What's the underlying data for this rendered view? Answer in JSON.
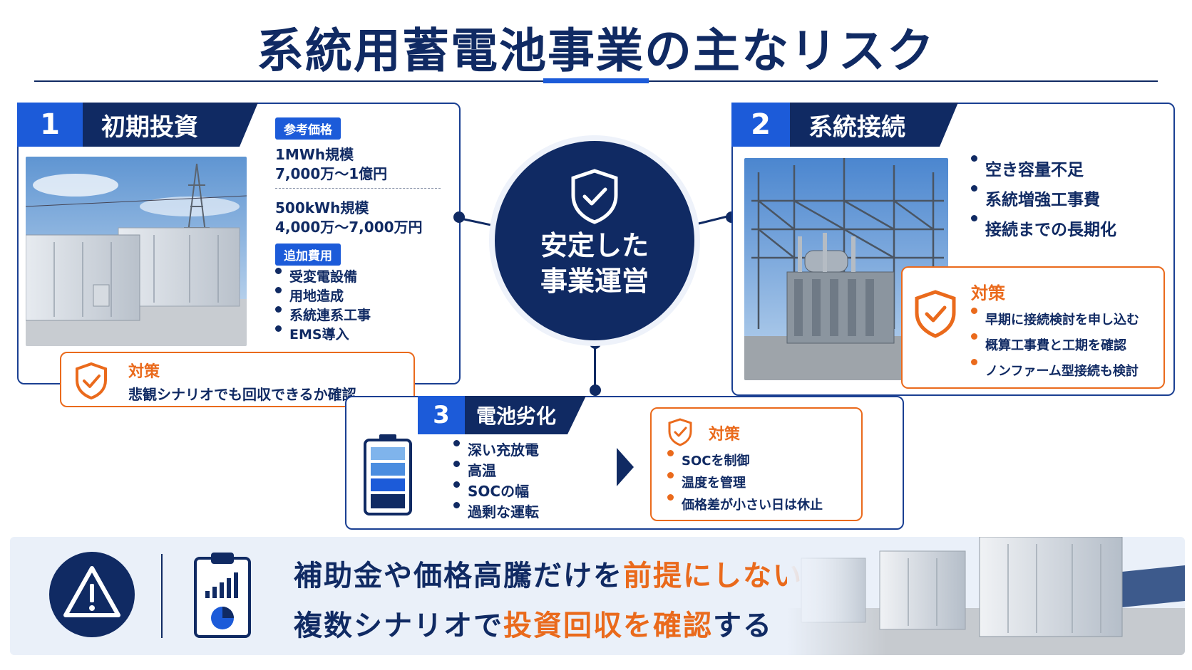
{
  "title": "系統用蓄電池事業の主なリスク",
  "center": {
    "line1": "安定した",
    "line2": "事業運営"
  },
  "risk1": {
    "number": "1",
    "label": "初期投資",
    "ref_price_tag": "参考価格",
    "price1_scale": "1MWh規模",
    "price1_value": "7,000万〜1億円",
    "price2_scale": "500kWh規模",
    "price2_value": "4,000万〜7,000万円",
    "extra_tag": "追加費用",
    "extra_items": [
      "受変電設備",
      "用地造成",
      "系統連系工事",
      "EMS導入"
    ],
    "measure_title": "対策",
    "measure_text": "悲観シナリオでも回収できるか確認"
  },
  "risk2": {
    "number": "2",
    "label": "系統接続",
    "items": [
      "空き容量不足",
      "系統増強工事費",
      "接続までの長期化"
    ],
    "measure_title": "対策",
    "measures": [
      "早期に接続検討を申し込む",
      "概算工事費と工期を確認",
      "ノンファーム型接続も検討"
    ]
  },
  "risk3": {
    "number": "3",
    "label": "電池劣化",
    "items": [
      "深い充放電",
      "高温",
      "SOCの幅",
      "過剰な運転"
    ],
    "measure_title": "対策",
    "measures": [
      "SOCを制御",
      "温度を管理",
      "価格差が小さい日は休止"
    ]
  },
  "bottom": {
    "line1_a": "補助金や価格高騰だけを",
    "line1_b": "前提にしない",
    "line2_a": "複数シナリオで",
    "line2_b": "投資回収を確認",
    "line2_c": "する"
  },
  "colors": {
    "navy": "#102a63",
    "blue": "#1c5bd9",
    "orange": "#ea6a1c"
  },
  "icons": [
    "shield-check-icon",
    "battery-icon",
    "warning-icon",
    "clipboard-chart-icon",
    "arrow-right-icon"
  ]
}
